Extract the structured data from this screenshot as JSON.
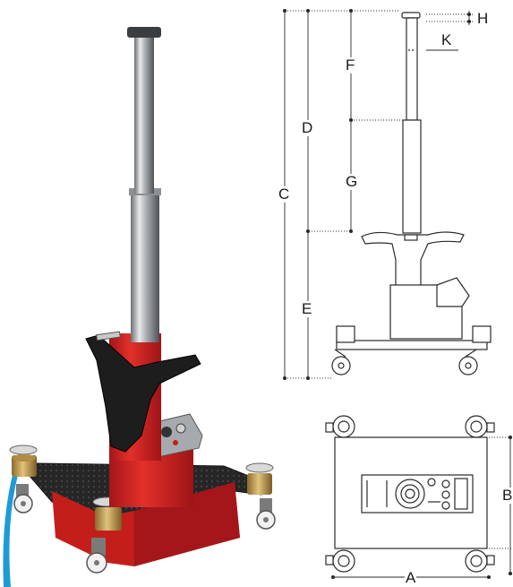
{
  "dimension_labels": {
    "h": "H",
    "k": "K",
    "f": "F",
    "d": "D",
    "c": "C",
    "g": "G",
    "e": "E",
    "b": "B",
    "a": "A"
  },
  "colors": {
    "jack_red": "#d8221e",
    "jack_red_dark": "#a4161a",
    "chrome": "#b9bcbf",
    "chrome_dark": "#5f6468",
    "tread_black": "#262626",
    "brass": "#c9a25a",
    "drawing_line": "#2a2a2a",
    "accent_blue": "#1e9bd7"
  }
}
